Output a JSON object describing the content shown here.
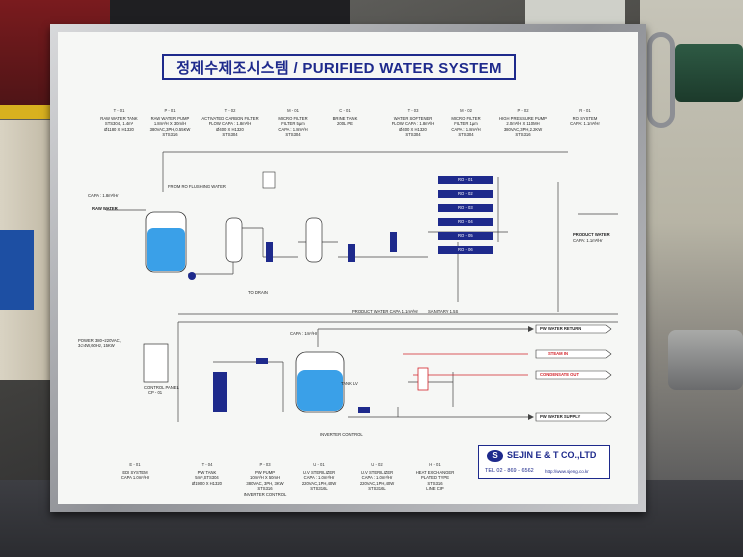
{
  "board": {
    "title": "정제수제조시스템 / PURIFIED WATER SYSTEM",
    "top_equipment": [
      {
        "tag": "T - 01",
        "lines": [
          "RAW WATER TANK",
          "STS304, 1.4m³",
          "Ø1180 X H1320"
        ]
      },
      {
        "tag": "P - 01",
        "lines": [
          "RAW WATER PUMP",
          "1.8m³/H X 30m/H",
          "380VAC,3PH,0.55KW",
          "STS316"
        ]
      },
      {
        "tag": "T - 02",
        "lines": [
          "ACTIVATED CARBON FILTER",
          "FLOW CAPA : 1.8m³/H",
          "Ø400 X H1320",
          "STS304"
        ]
      },
      {
        "tag": "M - 01",
        "lines": [
          "MICRO FILTER",
          "FILTER 5μm",
          "CAPA : 1.8m³/H",
          "STS304"
        ]
      },
      {
        "tag": "C - 01",
        "lines": [
          "BRINE TANK",
          "200L PE"
        ]
      },
      {
        "tag": "T - 03",
        "lines": [
          "WATER SOFTENER",
          "FLOW CAPA : 1.8m³/H",
          "Ø400 X H1320",
          "STS304"
        ]
      },
      {
        "tag": "M - 02",
        "lines": [
          "MICRO FILTER",
          "FILTER 1μm",
          "CAPA : 1.8m³/H",
          "STS304"
        ]
      },
      {
        "tag": "P - 02",
        "lines": [
          "HIGH PRESSURE PUMP",
          "2.0m³/H X 110MH",
          "380VAC,3PH,2.2KW",
          "STS316"
        ]
      },
      {
        "tag": "R - 01",
        "lines": [
          "RO SYSTEM",
          "CAPA: 1.1m³/Hr"
        ]
      }
    ],
    "bottom_equipment": [
      {
        "tag": "E - 01",
        "lines": [
          "EDI SYSTEM",
          "CAPA 1.0m³/Hr"
        ]
      },
      {
        "tag": "T - 04",
        "lines": [
          "PW TANK",
          "5m³,STS304",
          "Ø1900 X H1320"
        ]
      },
      {
        "tag": "P - 03",
        "lines": [
          "PW PUMP",
          "10m³/H X 50mH",
          "380VAC, 3PH, 3KW",
          "STS316",
          "INVERTER CONTROL"
        ]
      },
      {
        "tag": "U - 01",
        "lines": [
          "U.V STERILIZER",
          "CAPA : 1.0m³/Hr",
          "220VAC,1PH,40W",
          "STS316L"
        ]
      },
      {
        "tag": "U - 02",
        "lines": [
          "U.V STERILIZER",
          "CAPA : 1.0m³/Hr",
          "220VAC,1PH,40W",
          "STS316L"
        ]
      },
      {
        "tag": "H - 01",
        "lines": [
          "HEAT EXCHANGER",
          "PLATED TYPE",
          "STS316",
          "LINE CIP"
        ]
      }
    ],
    "labels": {
      "capa_in": "CAPA : 1.8m³/Hr",
      "raw_water": "RAW WATER",
      "from_ro": "FROM RO FLUSHING WATER",
      "to_drain": "TO DRAIN",
      "product_water": "PRODUCT WATER",
      "product_capa": "CAPA: 1.1m³/Hr",
      "product_line": "PRODUCT WATER   CAPA 1.1m³/Hr",
      "sanitary": "SANITARY 1.5S",
      "power": "POWER 380~220VAC,",
      "power2": "3∅4W,60Hz, 15KW",
      "control_panel": "CONTROL PANEL",
      "cp01": "CP - 01",
      "capa_pw": "CAPA : 1m³/Hr",
      "pw_return": "PW WATER RETURN",
      "steam_in": "STEAM IN",
      "condensate_out": "CONDENSATE OUT",
      "pw_supply": "PW WATER SUPPLY",
      "inverter": "INVERTER CONTROL",
      "tank_lv": "TANK LV",
      "ro_vessels": [
        "RO - 01",
        "RO - 02",
        "RO - 03",
        "RO - 04",
        "RO - 05",
        "RO - 06"
      ]
    },
    "company": {
      "name": "SEJIN E & T CO.,LTD",
      "tel": "TEL 02 - 869 - 6562",
      "web": "http://www.sjeng.co.kr",
      "logo_letter": "S"
    }
  }
}
